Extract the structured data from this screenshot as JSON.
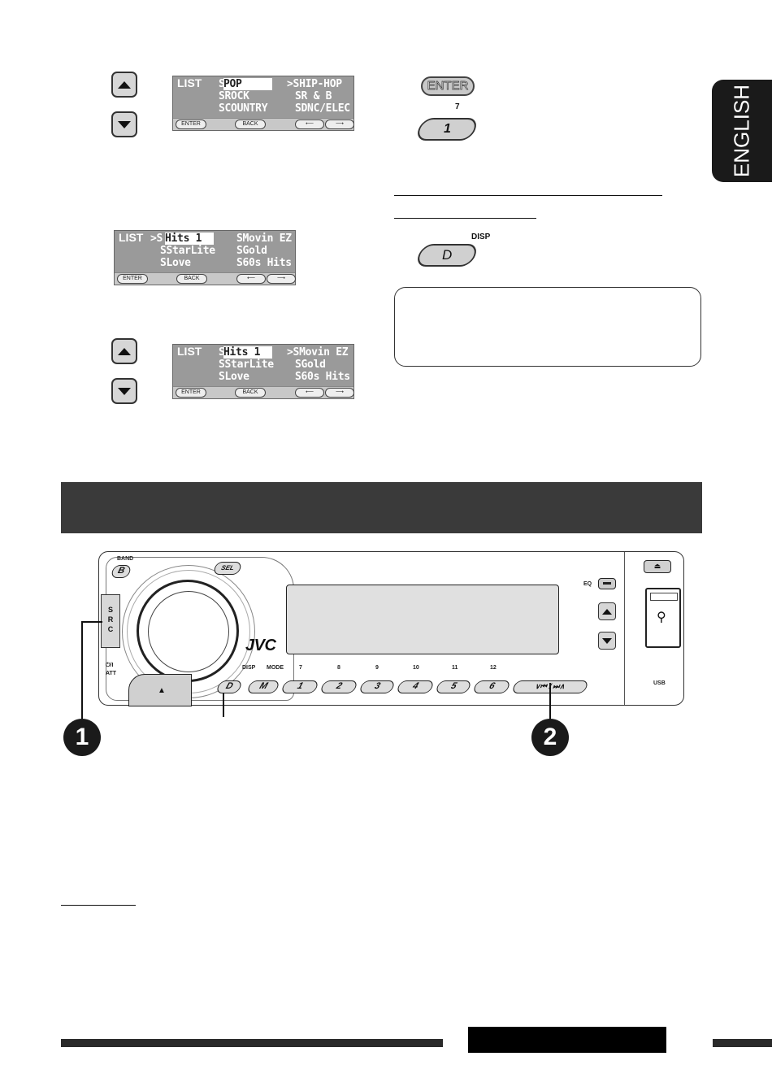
{
  "language_tab": "ENGLISH",
  "lcd1": {
    "label": "LIST",
    "col1": [
      "POP",
      "ROCK",
      "COUNTRY"
    ],
    "col2": [
      "HIP-HOP",
      "R & B",
      "DNC/ELEC"
    ],
    "col1_prefix": "S",
    "col2_prefix": ">S",
    "buttons": [
      "ENTER",
      "BACK"
    ]
  },
  "lcd2": {
    "label": "LIST",
    "col1": [
      "Hits 1",
      "StarLite",
      "Love"
    ],
    "col2": [
      "Movin EZ",
      "Gold",
      "60s Hits"
    ],
    "col1_prefix": ">S",
    "buttons": [
      "ENTER",
      "BACK"
    ]
  },
  "lcd3": {
    "label": "LIST",
    "col1": [
      "Hits 1",
      "StarLite",
      "Love"
    ],
    "col2": [
      "Movin EZ",
      "Gold",
      "60s Hits"
    ],
    "col2_prefix": ">S",
    "buttons": [
      "ENTER",
      "BACK"
    ]
  },
  "enter_button": "ENTER",
  "preset_label": "7",
  "preset_button": "1",
  "disp_label": "DISP",
  "disp_button": "D",
  "panel": {
    "band": "BAND",
    "band_btn": "B",
    "sel": "SEL",
    "src": [
      "S",
      "R",
      "C"
    ],
    "power": "⏻/I",
    "att": "ATT",
    "brand": "JVC",
    "disp": "DISP",
    "mode": "MODE",
    "eq": "EQ",
    "usb": "USB",
    "top_numbers": [
      "7",
      "8",
      "9",
      "10",
      "11",
      "12"
    ],
    "btn_d": "D",
    "btn_m": "M",
    "presets": [
      "1",
      "2",
      "3",
      "4",
      "5",
      "6"
    ]
  },
  "callouts": [
    "1",
    "2"
  ]
}
